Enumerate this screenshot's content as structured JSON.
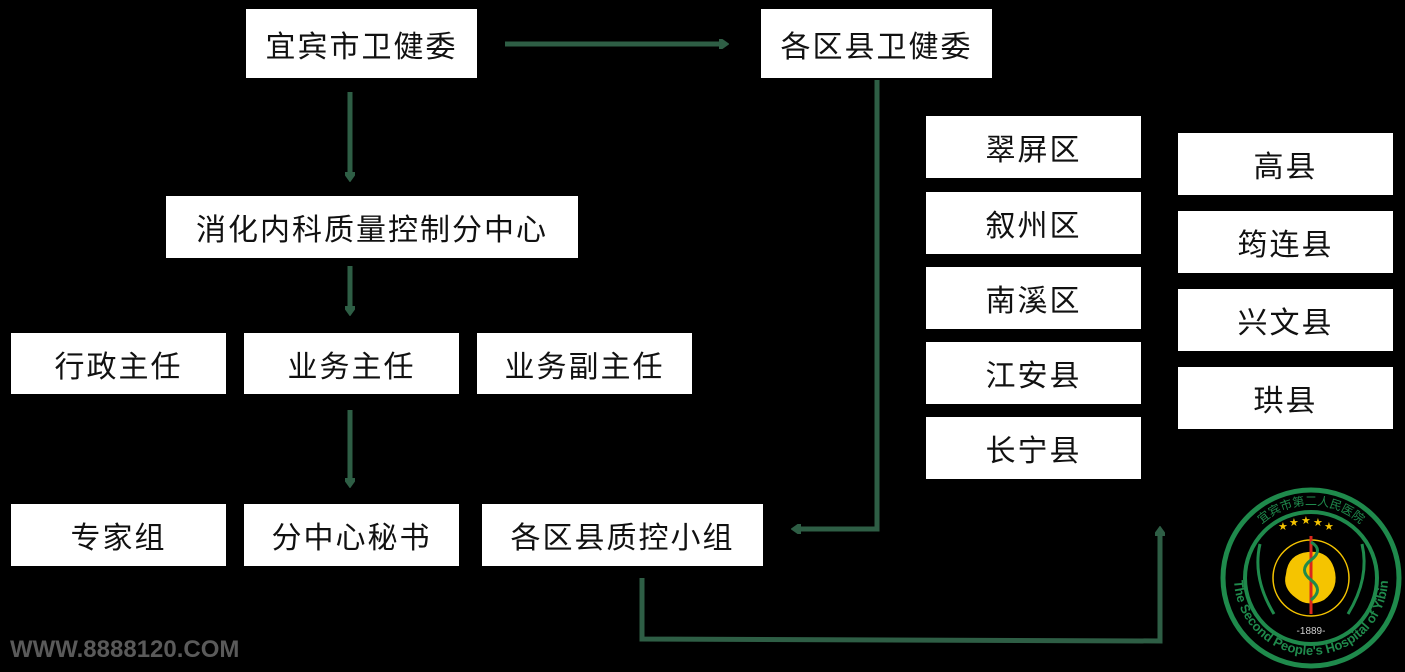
{
  "colors": {
    "background": "#000000",
    "box": "#ffffff",
    "arrow": "#2e5e45",
    "logo_green": "#1f8a4c",
    "logo_yellow": "#f5c400",
    "logo_red": "#d9261c"
  },
  "nodes": {
    "city_commission": "宜宾市卫健委",
    "county_commissions": "各区县卫健委",
    "subcenter": "消化内科质量控制分中心",
    "admin_director": "行政主任",
    "business_director": "业务主任",
    "deputy_business_director": "业务副主任",
    "expert_group": "专家组",
    "subcenter_secretary": "分中心秘书",
    "county_qc_groups": "各区县质控小组"
  },
  "districts_left": [
    "翠屏区",
    "叙州区",
    "南溪区",
    "江安县",
    "长宁县"
  ],
  "districts_right": [
    "高县",
    "筠连县",
    "兴文县",
    "珙县"
  ],
  "watermark": "WWW.8888120.COM",
  "logo": {
    "chinese_name": "宜宾市第二人民医院",
    "english_name": "The Second People's Hospital of Yibin",
    "year": "-1889-"
  }
}
